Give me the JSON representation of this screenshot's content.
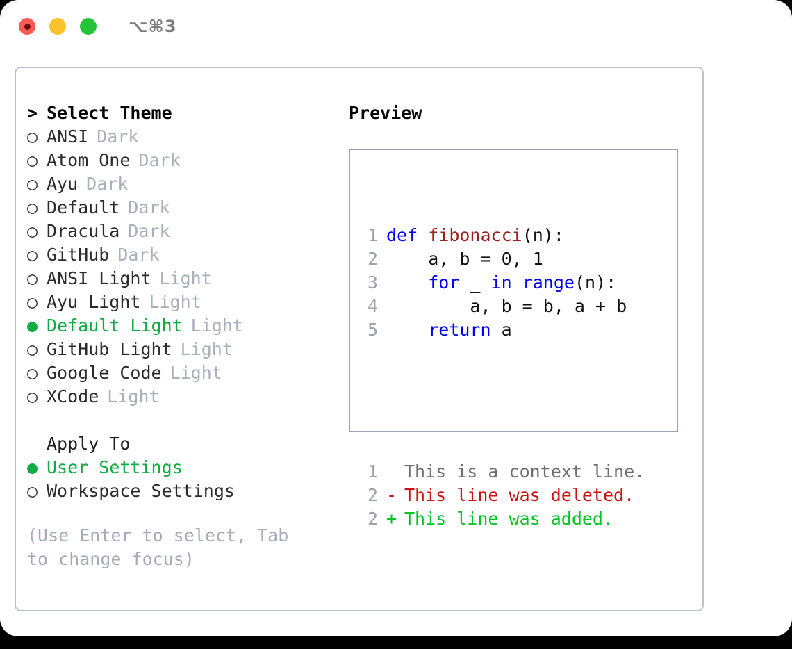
{
  "titlebar": {
    "shortcut": "⌥⌘3",
    "lights": [
      "close-red",
      "minimize-yellow",
      "maximize-green"
    ]
  },
  "theme_picker": {
    "header_marker": ">",
    "header": "Select Theme",
    "marker_selected": "●",
    "marker_unselected": "○",
    "items": [
      {
        "label": "ANSI",
        "tag": "Dark",
        "selected": false
      },
      {
        "label": "Atom One",
        "tag": "Dark",
        "selected": false
      },
      {
        "label": "Ayu",
        "tag": "Dark",
        "selected": false
      },
      {
        "label": "Default",
        "tag": "Dark",
        "selected": false
      },
      {
        "label": "Dracula",
        "tag": "Dark",
        "selected": false
      },
      {
        "label": "GitHub",
        "tag": "Dark",
        "selected": false
      },
      {
        "label": "ANSI Light",
        "tag": "Light",
        "selected": false
      },
      {
        "label": "Ayu Light",
        "tag": "Light",
        "selected": false
      },
      {
        "label": "Default Light",
        "tag": "Light",
        "selected": true
      },
      {
        "label": "GitHub Light",
        "tag": "Light",
        "selected": false
      },
      {
        "label": "Google Code",
        "tag": "Light",
        "selected": false
      },
      {
        "label": "XCode",
        "tag": "Light",
        "selected": false
      }
    ]
  },
  "apply_to": {
    "header": "Apply To",
    "items": [
      {
        "label": "User Settings",
        "selected": true
      },
      {
        "label": "Workspace Settings",
        "selected": false
      }
    ]
  },
  "hint": "(Use Enter to select, Tab to change focus)",
  "preview": {
    "title": "Preview",
    "code_lines": [
      {
        "no": "1",
        "tokens": [
          {
            "t": "def ",
            "k": "kw"
          },
          {
            "t": "fibonacci",
            "k": "fn"
          },
          {
            "t": "(n):",
            "k": "txt"
          }
        ]
      },
      {
        "no": "2",
        "tokens": [
          {
            "t": "    a, b = 0, 1",
            "k": "txt"
          }
        ]
      },
      {
        "no": "3",
        "tokens": [
          {
            "t": "    ",
            "k": "txt"
          },
          {
            "t": "for",
            "k": "kw"
          },
          {
            "t": " _ ",
            "k": "txt"
          },
          {
            "t": "in",
            "k": "kw"
          },
          {
            "t": " ",
            "k": "txt"
          },
          {
            "t": "range",
            "k": "kw"
          },
          {
            "t": "(n):",
            "k": "txt"
          }
        ]
      },
      {
        "no": "4",
        "tokens": [
          {
            "t": "        a, b = b, a + b",
            "k": "txt"
          }
        ]
      },
      {
        "no": "5",
        "tokens": [
          {
            "t": "    ",
            "k": "txt"
          },
          {
            "t": "return",
            "k": "kw"
          },
          {
            "t": " a",
            "k": "txt"
          }
        ]
      }
    ],
    "diff_lines": [
      {
        "no": "1",
        "sign": "",
        "text": "This is a context line.",
        "kind": "ctx"
      },
      {
        "no": "2",
        "sign": "-",
        "text": "This line was deleted.",
        "kind": "del"
      },
      {
        "no": "2",
        "sign": "+",
        "text": "This line was added.",
        "kind": "add"
      }
    ]
  },
  "colors": {
    "accent_green": "#12aa42",
    "muted": "#a8b0bd",
    "keyword_blue": "#0000f0",
    "function_red": "#9e1f1f",
    "diff_delete": "#cc1111",
    "diff_add": "#00c421",
    "panel_border": "#bcc3cf",
    "preview_border": "#98a4b4"
  }
}
